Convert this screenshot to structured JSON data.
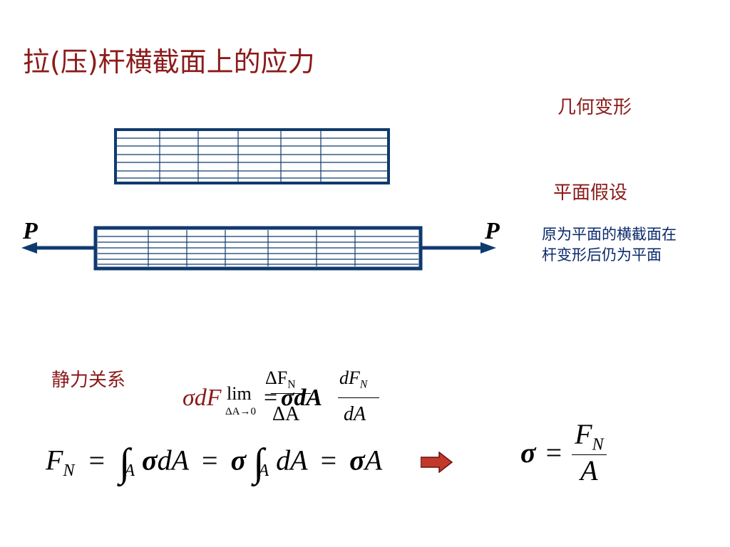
{
  "title": "拉(压)杆横截面上的应力",
  "labels": {
    "geometry": "几何变形",
    "plane_assumption": "平面假设",
    "description_lines": [
      "原为平面的横截面在",
      "杆变形后仍为平面"
    ],
    "static_relation": "静力关系"
  },
  "force": {
    "left": "P",
    "right": "P"
  },
  "equations": {
    "overlap": {
      "sigma": "σ",
      "dF": "dF",
      "N": "N",
      "lim": "lim",
      "lim_sub": "ΔA→0",
      "eq": "=",
      "delta_F": "ΔF",
      "delta_A": "ΔA",
      "sigma_dA": "σdA",
      "dF_N_num": "dF",
      "dF_N_sub": "N",
      "dA_den": "dA"
    },
    "integral": {
      "F": "F",
      "N": "N",
      "eq1": "=",
      "int1": "∫",
      "sub1": "A",
      "sigma1": "σ",
      "dA1": "dA",
      "eq2": "=",
      "sigma2": "σ",
      "int2": "∫",
      "sub2": "A",
      "dA2": "dA",
      "eq3": "=",
      "sigma3": "σ",
      "A": "A"
    },
    "result": {
      "sigma": "σ",
      "eq": "=",
      "num_F": "F",
      "num_N": "N",
      "den": "A"
    }
  },
  "colors": {
    "title": "#8b1a1a",
    "bar_outline": "#0f3a6e",
    "description": "#0b2a6b",
    "arrow": "#0f3a6e",
    "implication_arrow": "#c0392b"
  },
  "icons": {
    "implies": "right-arrow-icon"
  }
}
